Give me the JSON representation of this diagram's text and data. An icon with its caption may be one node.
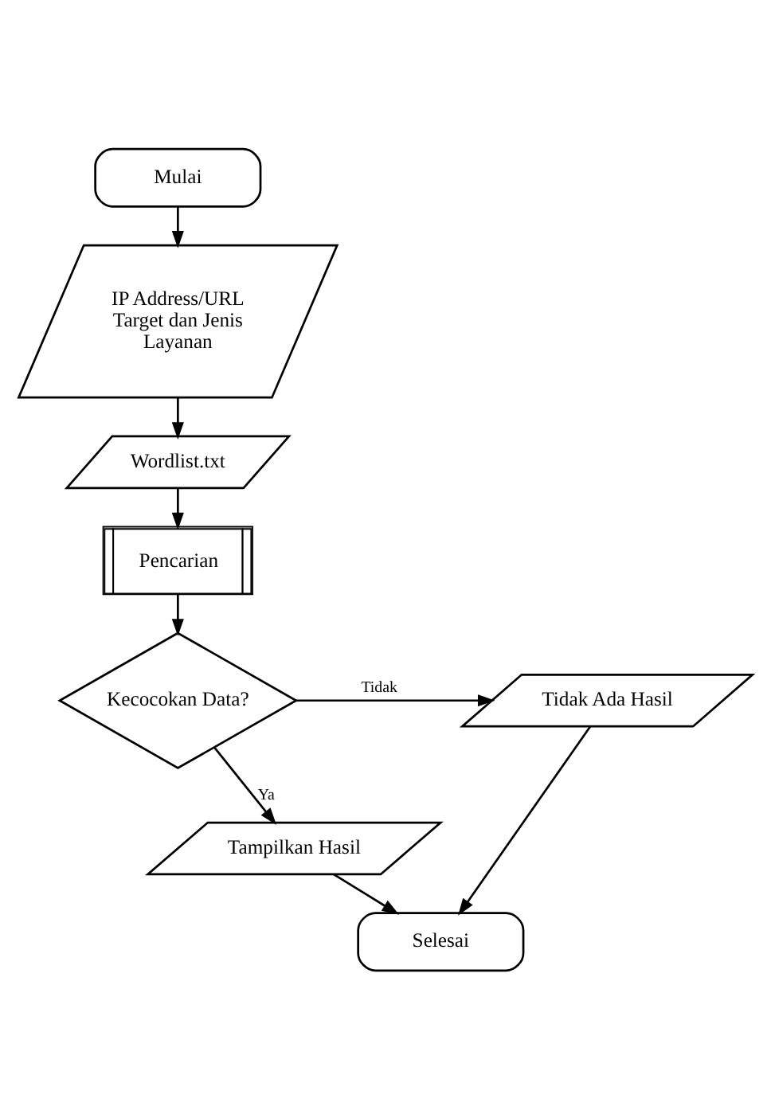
{
  "diagram": {
    "nodes": [
      {
        "text": [
          "Mulai"
        ]
      },
      {
        "text": [
          "IP Address/URL Target dan Jenis Layanan"
        ]
      },
      {
        "text": [
          "Wordlist.txt"
        ]
      },
      {
        "text": [
          "Pencarian"
        ]
      },
      {
        "text": [
          "Kecocokan Data?"
        ]
      },
      {
        "text": [
          "Tidak Ada Hasil"
        ]
      },
      {
        "text": [
          "Tampilkan Hasil"
        ]
      },
      {
        "text": [
          "Selesai"
        ]
      }
    ],
    "edges": [
      {
        "from": 0,
        "to": 1,
        "arrow": "to"
      },
      {
        "from": 1,
        "to": 2,
        "arrow": "to"
      },
      {
        "from": 2,
        "to": 3,
        "arrow": "to"
      },
      {
        "from": 3,
        "to": 4,
        "arrow": "to"
      },
      {
        "from": 4,
        "to": 5,
        "arrow": "to",
        "label": "Tidak"
      },
      {
        "from": 4,
        "to": 6,
        "arrow": "to",
        "label": "Ya"
      },
      {
        "from": 6,
        "to": 7,
        "arrow": "to"
      },
      {
        "from": 5,
        "to": 7,
        "arrow": "to"
      }
    ]
  }
}
